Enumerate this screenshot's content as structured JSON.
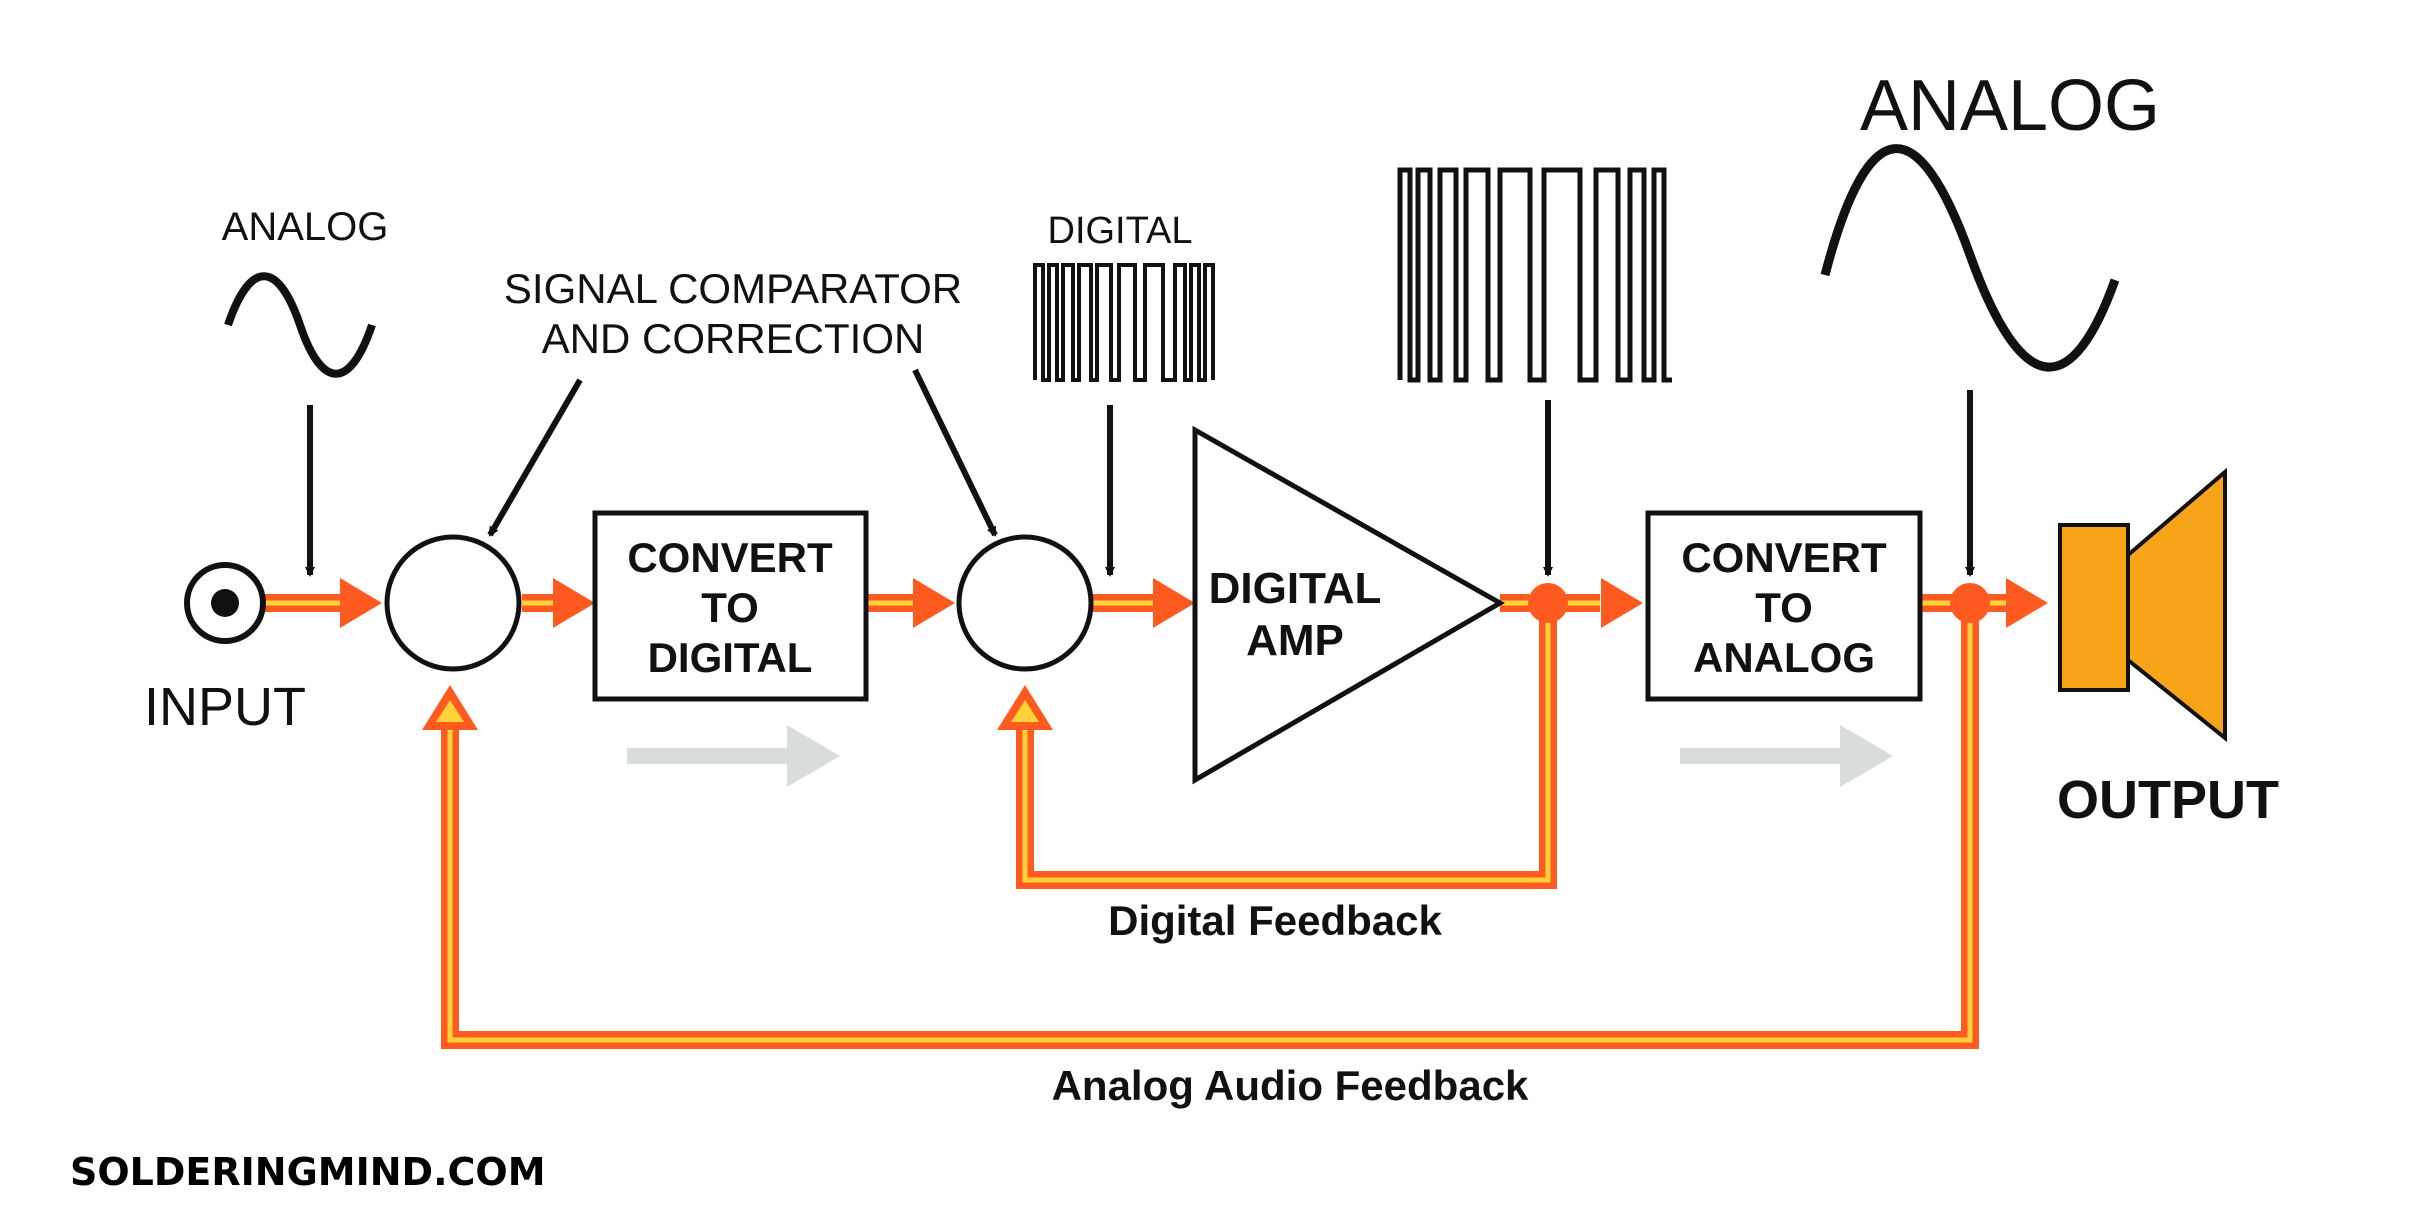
{
  "labels": {
    "input": "INPUT",
    "output": "OUTPUT",
    "analog_in": "ANALOG",
    "analog_out": "ANALOG",
    "digital_in": "DIGITAL",
    "comparator_line1": "SIGNAL COMPARATOR",
    "comparator_line2": "AND CORRECTION",
    "adc_line1": "CONVERT",
    "adc_line2": "TO",
    "adc_line3": "DIGITAL",
    "amp_line1": "DIGITAL",
    "amp_line2": "AMP",
    "dac_line1": "CONVERT",
    "dac_line2": "TO",
    "dac_line3": "ANALOG",
    "digital_feedback": "Digital Feedback",
    "analog_feedback": "Analog Audio Feedback"
  },
  "watermark": "SOLDERINGMIND.COM",
  "colors": {
    "signal": "#ff5a1f",
    "signal_core": "#ffd23a",
    "speaker": "#f7a418",
    "flow_arrow": "#d9dcdc",
    "line": "#111111"
  }
}
